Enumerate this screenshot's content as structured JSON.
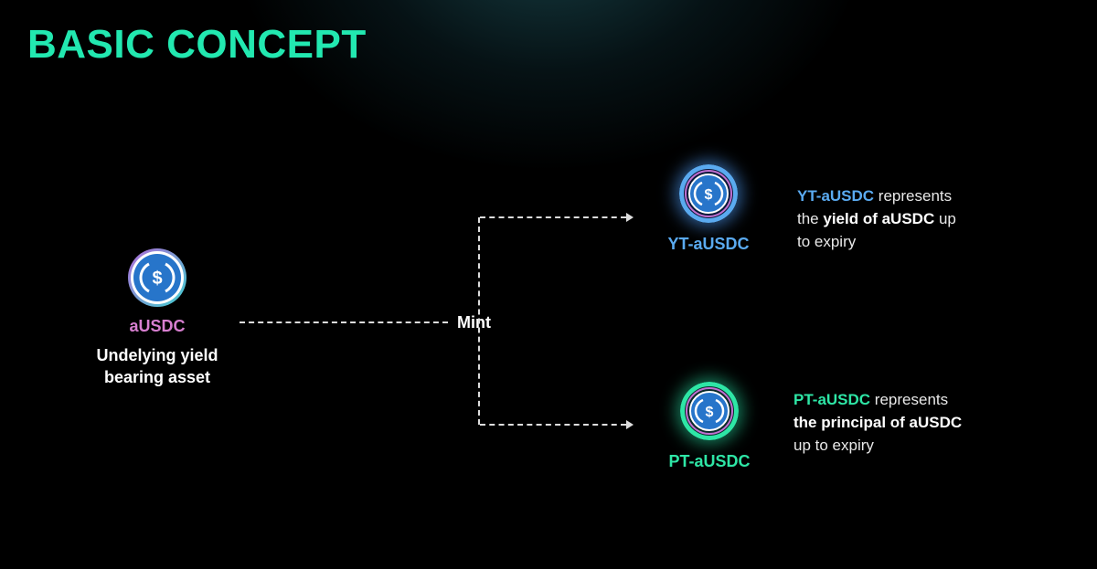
{
  "title": "BASIC CONCEPT",
  "source": {
    "token": "aUSDC",
    "desc_line1": "Undelying yield",
    "desc_line2": "bearing asset"
  },
  "action": "Mint",
  "yt": {
    "token": "YT-aUSDC",
    "desc_token": "YT-aUSDC",
    "desc_1": " represents",
    "desc_2a": "the ",
    "desc_2b": "yield of aUSDC",
    "desc_2c": " up",
    "desc_3": "to expiry"
  },
  "pt": {
    "token": "PT-aUSDC",
    "desc_token": "PT-aUSDC",
    "desc_1": " represents",
    "desc_2": "the principal of aUSDC",
    "desc_3": "up to expiry"
  },
  "colors": {
    "title": "#22e8b0",
    "source": "#d77fd0",
    "yt": "#5aaaf0",
    "pt": "#2ee6a6",
    "coin": "#2775ca"
  }
}
